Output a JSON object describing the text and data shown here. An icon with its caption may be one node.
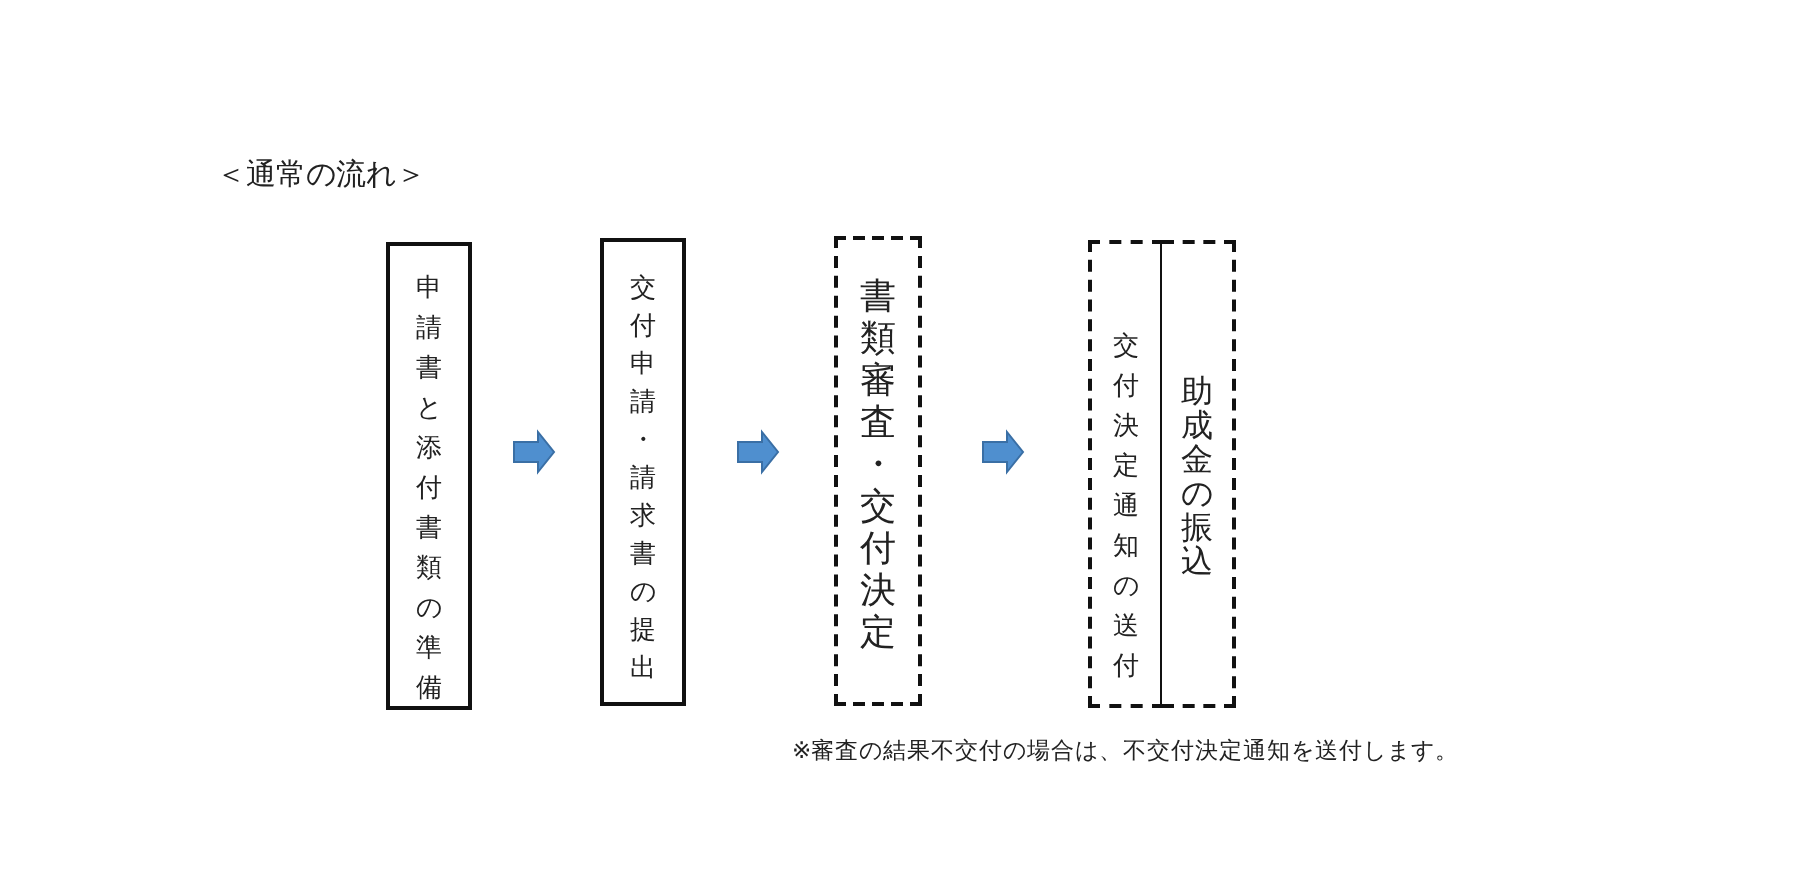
{
  "diagram": {
    "title": "＜通常の流れ＞",
    "nodes": [
      {
        "text": [
          "申請書と添付書類の準備"
        ]
      },
      {
        "text": [
          "交付申請・請求書の提出"
        ]
      },
      {
        "text": [
          "書類審査・交付決定"
        ]
      },
      {
        "text": [
          "交付決定通知の送付"
        ]
      },
      {
        "text": [
          "助成金の振込"
        ]
      }
    ],
    "edges": [
      {
        "from": 0,
        "to": 1,
        "arrow": "to"
      },
      {
        "from": 1,
        "to": 2,
        "arrow": "to"
      },
      {
        "from": 2,
        "to": 3,
        "arrow": "to"
      }
    ],
    "labels": [
      "※審査の結果不交付の場合は、不交付決定通知を送付します。"
    ]
  }
}
